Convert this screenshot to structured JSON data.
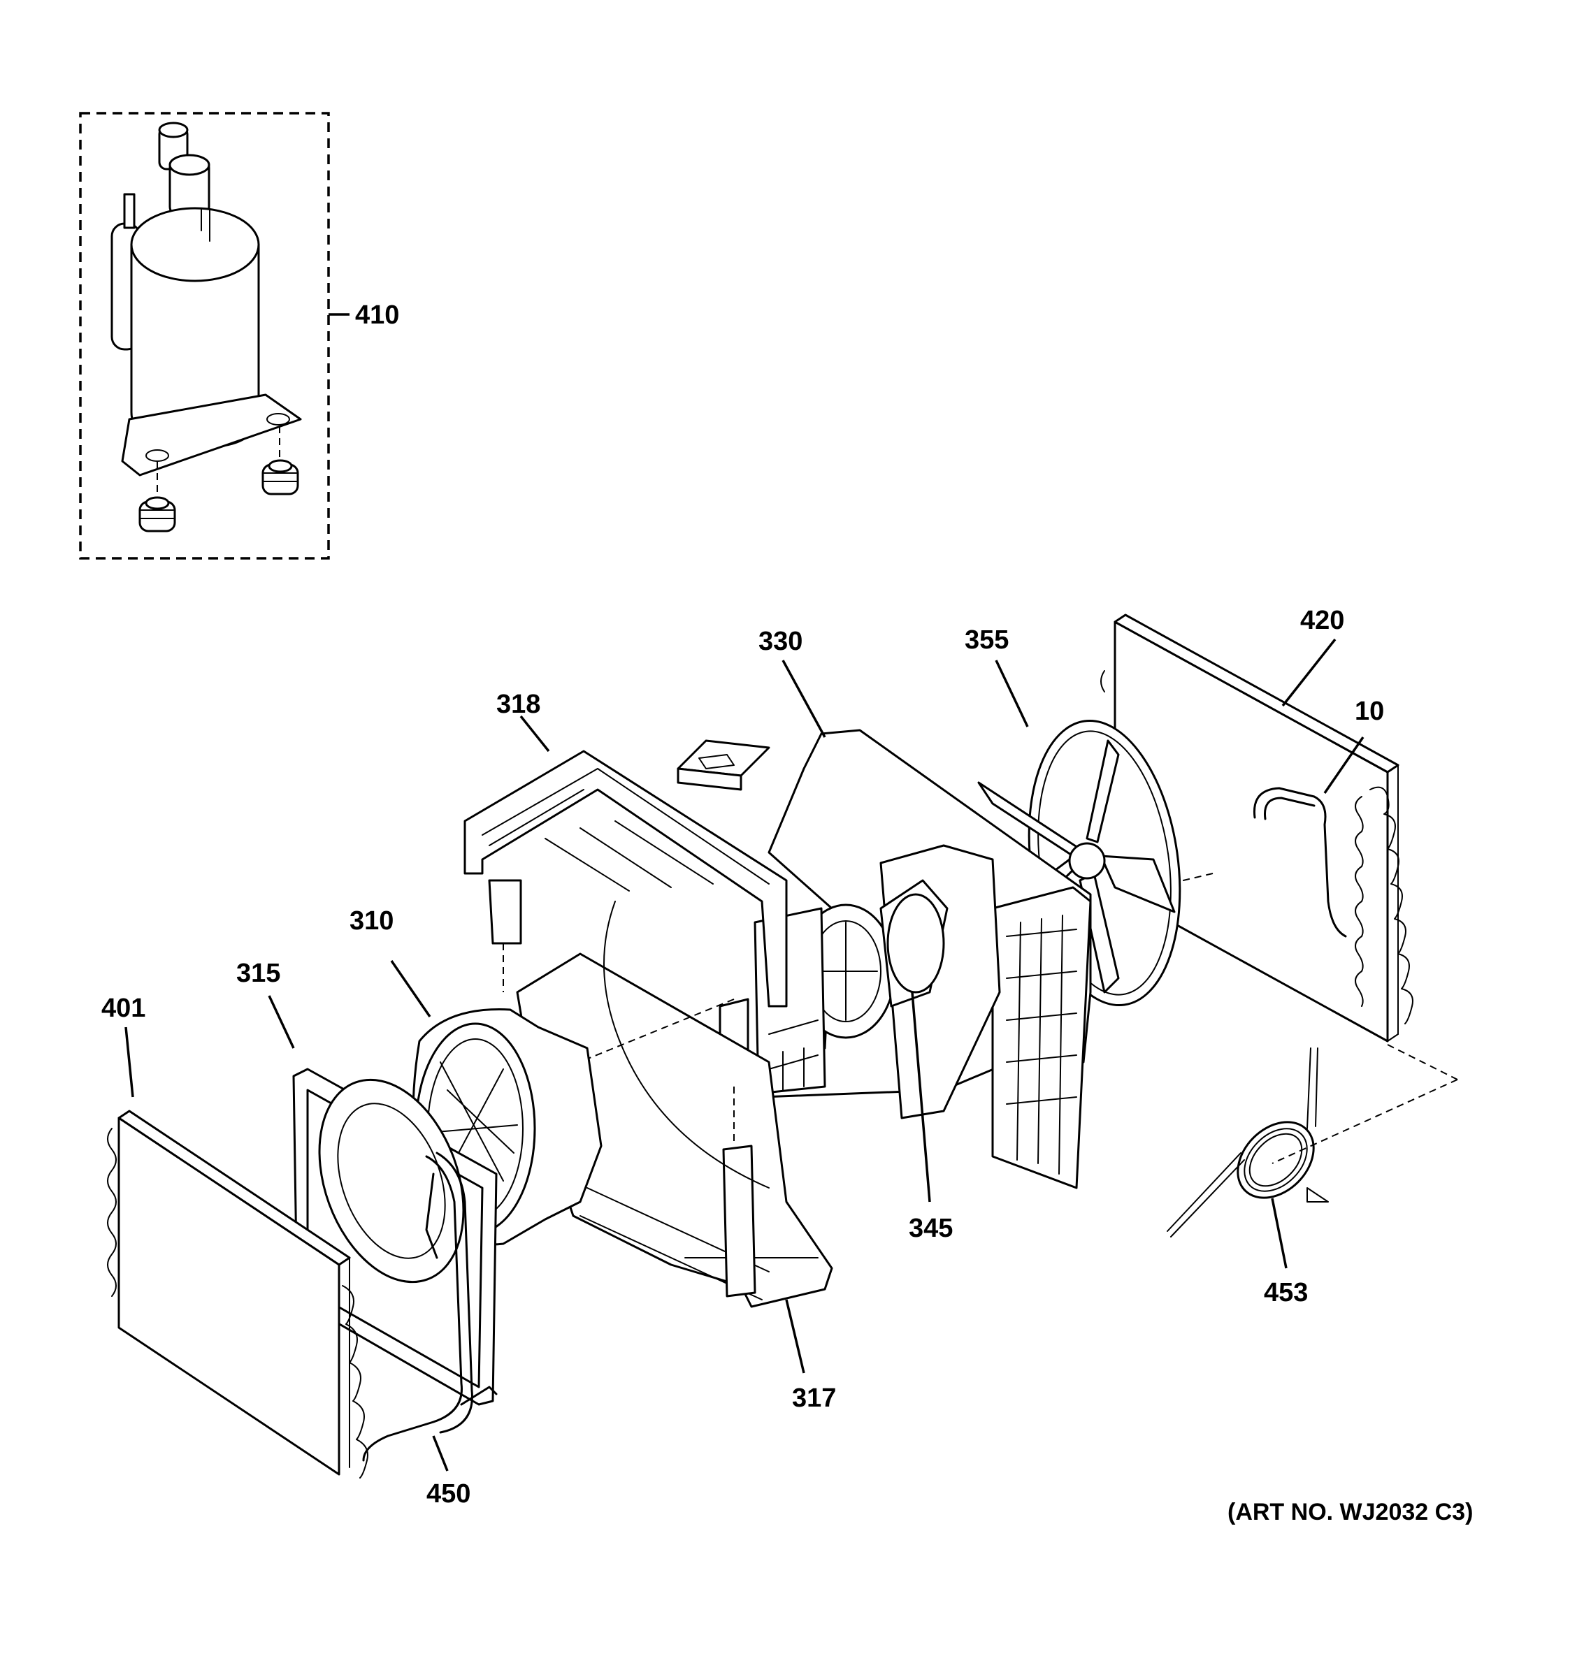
{
  "callouts": {
    "c410": "410",
    "c420": "420",
    "c10": "10",
    "c330": "330",
    "c355": "355",
    "c318": "318",
    "c310": "310",
    "c315": "315",
    "c401": "401",
    "c345": "345",
    "c453": "453",
    "c317": "317",
    "c450": "450"
  },
  "art_number": "(ART NO. WJ2032 C3)"
}
